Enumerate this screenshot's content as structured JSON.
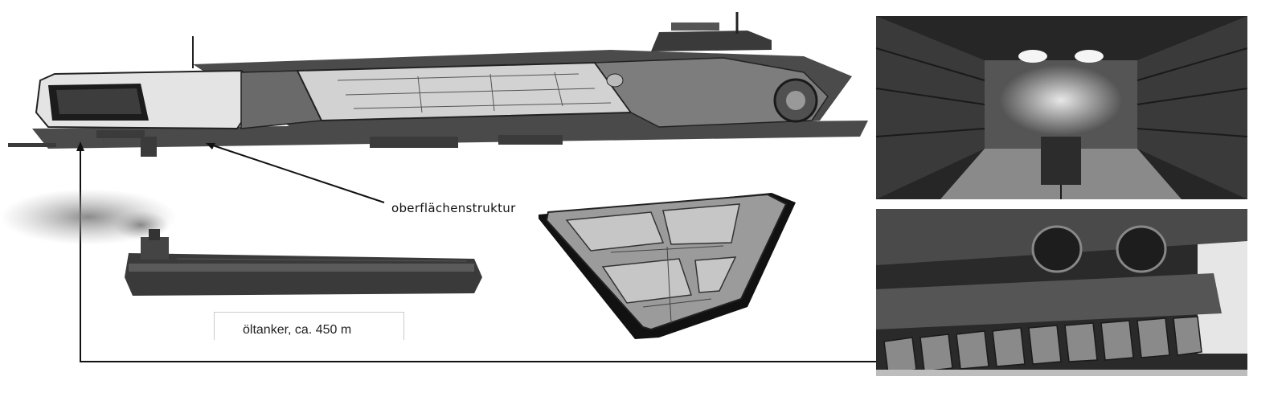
{
  "annotation": {
    "surface_label": "oberflächenstruktur",
    "tanker_label": "öltanker, ca. 450 m"
  },
  "colors": {
    "ink": "#111111",
    "hull_light": "#d8d8d8",
    "hull_mid": "#9a9a9a",
    "hull_dark": "#2a2a2a"
  },
  "illustrations": [
    "starship-side-sketch",
    "oil-tanker-reference",
    "hull-panel-detail",
    "hangar-interior-sketch",
    "engine-interior-sketch"
  ]
}
